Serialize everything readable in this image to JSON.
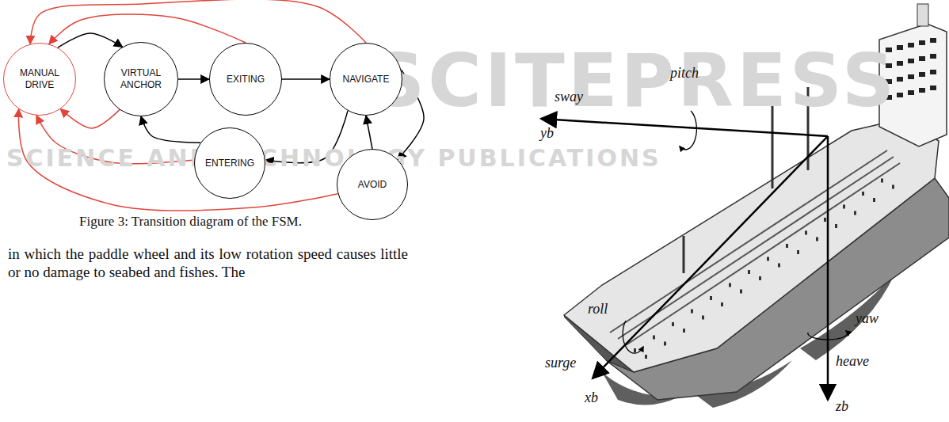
{
  "diagram": {
    "caption": "Figure 3: Transition diagram of the FSM.",
    "nodes": [
      {
        "text": [
          "MANUAL DRIVE"
        ]
      },
      {
        "text": [
          "VIRTUAL ANCHOR"
        ]
      },
      {
        "text": [
          "EXITING"
        ]
      },
      {
        "text": [
          "NAVIGATE"
        ]
      },
      {
        "text": [
          "ENTERING"
        ]
      },
      {
        "text": [
          "AVOID"
        ]
      }
    ],
    "edges": [
      {
        "from": 0,
        "to": 1,
        "arrow": "to"
      },
      {
        "from": 1,
        "to": 2,
        "arrow": "to"
      },
      {
        "from": 2,
        "to": 3,
        "arrow": "to"
      },
      {
        "from": 2,
        "to": 0,
        "arrow": "to"
      },
      {
        "from": 3,
        "to": 0,
        "arrow": "to"
      },
      {
        "from": 1,
        "to": 0,
        "arrow": "to"
      },
      {
        "from": 4,
        "to": 1,
        "arrow": "to"
      },
      {
        "from": 4,
        "to": 0,
        "arrow": "to"
      },
      {
        "from": 5,
        "to": 0,
        "arrow": "to"
      },
      {
        "from": 3,
        "to": 4,
        "arrow": "to"
      },
      {
        "from": 3,
        "to": 5,
        "arrow": "to"
      },
      {
        "from": 5,
        "to": 3,
        "arrow": "to"
      }
    ],
    "labels": [
      "SCITEPRESS",
      "SCIENCE AND TECHNOLOGY PUBLICATIONS",
      "in which the paddle wheel and its low rotation speed causes little or no damage to seabed and fishes. The",
      "sway",
      "yb",
      "pitch",
      "roll",
      "surge",
      "xb",
      "yaw",
      "heave",
      "zb"
    ]
  }
}
